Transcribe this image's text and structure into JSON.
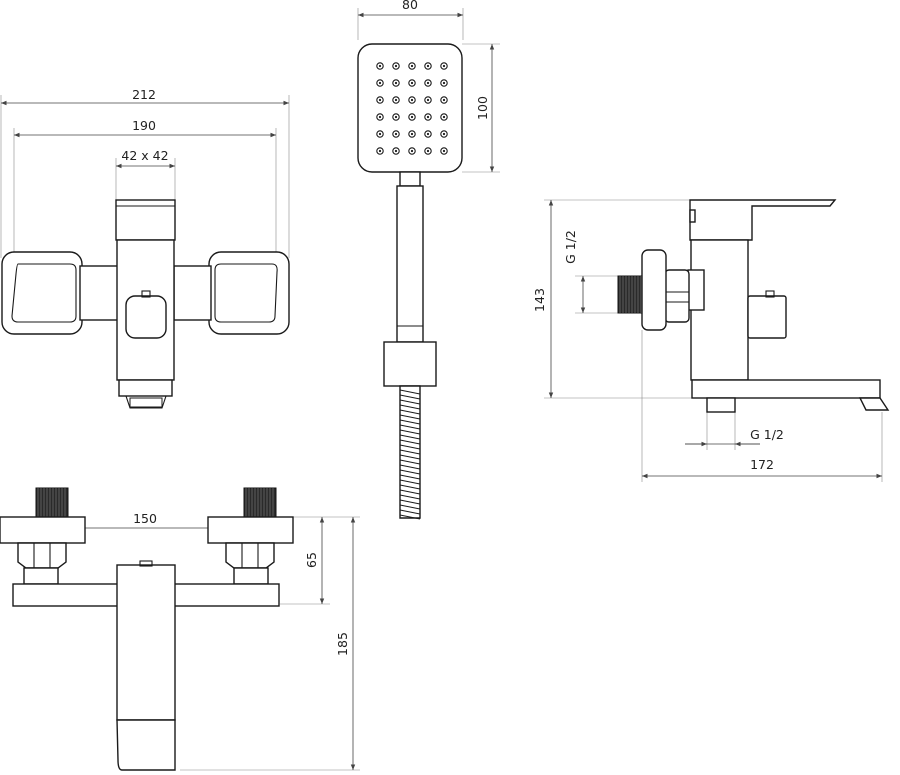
{
  "dimensions": {
    "front_overall_width": "212",
    "front_handle_span": "190",
    "front_cartridge": "42 x 42",
    "handshower_width": "80",
    "handshower_height": "100",
    "side_height": "143",
    "side_inlet_thread": "G 1/2",
    "side_outlet_thread": "G 1/2",
    "side_depth": "172",
    "bottom_centers": "150",
    "bottom_body_height": "65",
    "bottom_total_height": "185"
  },
  "colors": {
    "line": "#1a1a1a",
    "thread_fill": "#2a2a2a",
    "background": "#ffffff"
  }
}
